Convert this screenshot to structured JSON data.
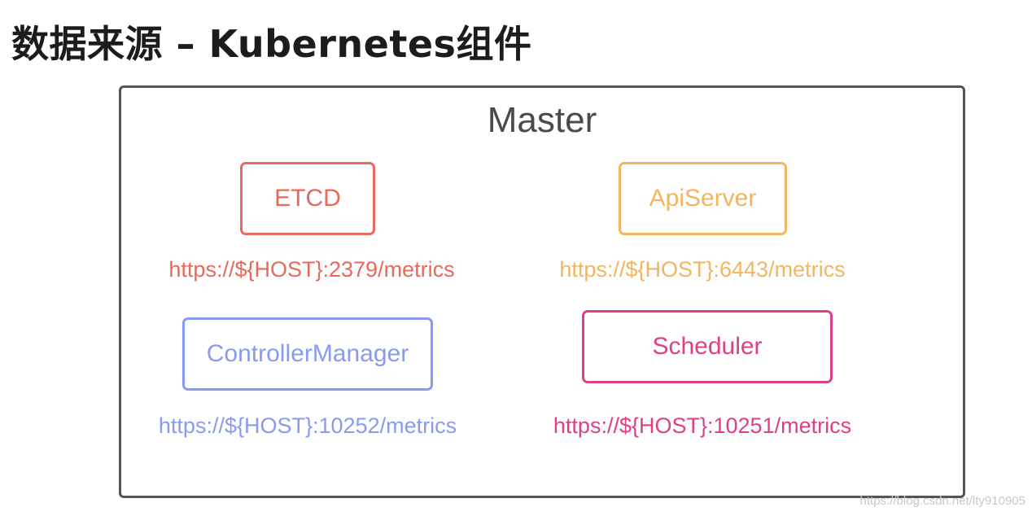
{
  "title": "数据来源 – Kubernetes组件",
  "master": {
    "label": "Master"
  },
  "components": {
    "etcd": {
      "label": "ETCD",
      "url": "https://${HOST}:2379/metrics",
      "color": "#e8695c"
    },
    "apiserver": {
      "label": "ApiServer",
      "url": "https://${HOST}:6443/metrics",
      "color": "#f2b660"
    },
    "controller_manager": {
      "label": "ControllerManager",
      "url": "https://${HOST}:10252/metrics",
      "color": "#8a9af0"
    },
    "scheduler": {
      "label": "Scheduler",
      "url": "https://${HOST}:10251/metrics",
      "color": "#df3f87"
    }
  },
  "watermark": "https://blog.csdn.net/lty910905"
}
